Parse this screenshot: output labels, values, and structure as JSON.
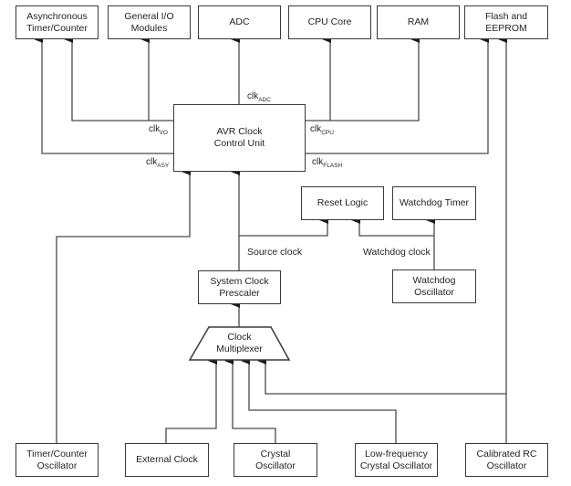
{
  "title": "AVR Clock Distribution",
  "clock_consumers": [
    {
      "id": "async-timer",
      "label": "Asynchronous\nTimer/Counter"
    },
    {
      "id": "general-io",
      "label": "General I/O\nModules"
    },
    {
      "id": "adc",
      "label": "ADC"
    },
    {
      "id": "cpu-core",
      "label": "CPU Core"
    },
    {
      "id": "ram",
      "label": "RAM"
    },
    {
      "id": "flash-eeprom",
      "label": "Flash and\nEEPROM"
    }
  ],
  "control_unit": {
    "label": "AVR Clock\nControl Unit"
  },
  "clock_signals": {
    "adc": {
      "base": "clk",
      "sub": "ADC"
    },
    "io": {
      "base": "clk",
      "sub": "I/O"
    },
    "asy": {
      "base": "clk",
      "sub": "ASY"
    },
    "cpu": {
      "base": "clk",
      "sub": "CPU"
    },
    "flash": {
      "base": "clk",
      "sub": "FLASH"
    }
  },
  "reset_logic": {
    "label": "Reset  Logic"
  },
  "watchdog_timer": {
    "label": "Watchdog  Timer"
  },
  "watchdog_oscillator": {
    "label": "Watchdog\nOscillator"
  },
  "prescaler": {
    "label": "System Clock\nPrescaler"
  },
  "multiplexer": {
    "label": "Clock\nMultiplexer"
  },
  "edge_labels": {
    "source_clock": "Source clock",
    "watchdog_clock": "Watchdog clock"
  },
  "clock_sources": [
    {
      "id": "timer-counter-osc",
      "label": "Timer/Counter\nOscillator"
    },
    {
      "id": "external-clock",
      "label": "External Clock"
    },
    {
      "id": "crystal-osc",
      "label": "Crystal\nOscillator"
    },
    {
      "id": "low-freq-crystal-osc",
      "label": "Low-frequency\nCrystal Oscillator"
    },
    {
      "id": "calibrated-rc-osc",
      "label": "Calibrated RC\nOscillator"
    }
  ]
}
